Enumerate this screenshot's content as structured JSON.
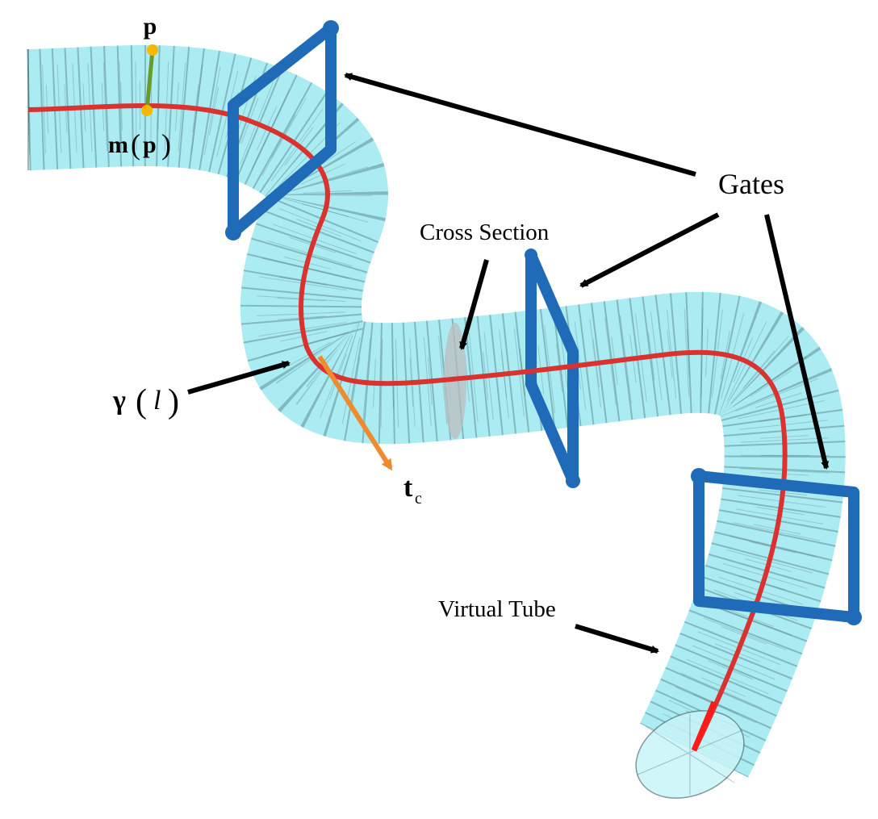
{
  "labels": {
    "p": "p",
    "m_p": "m",
    "m_p_arg": "p",
    "gates": "Gates",
    "cross_section": "Cross Section",
    "gamma": "γ",
    "gamma_arg": "l",
    "t": "t",
    "t_sub": "c",
    "virtual_tube": "Virtual Tube"
  },
  "colors": {
    "tube_fill": "#8ee6ee",
    "tube_mesh": "#3a5a60",
    "centerline": "#d9322f",
    "gate": "#1f6bb8",
    "tangent_arrow": "#ef8a2e",
    "point": "#f5b800",
    "normal_segment": "#6a9a2a",
    "cross_section": "#bdbdbd"
  }
}
